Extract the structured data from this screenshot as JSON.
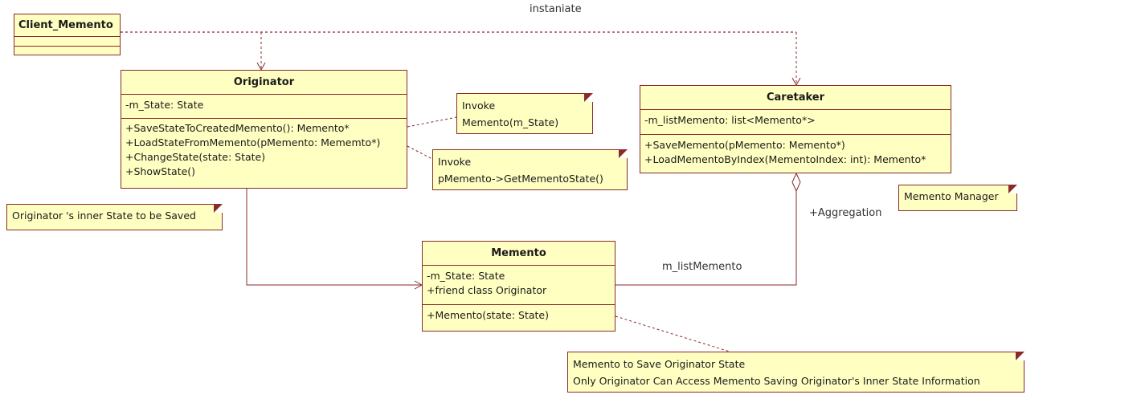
{
  "classes": {
    "client": {
      "name": "Client_Memento"
    },
    "originator": {
      "name": "Originator",
      "attributes": [
        "-m_State: State"
      ],
      "operations": [
        "+SaveStateToCreatedMemento(): Memento*",
        "+LoadStateFromMemento(pMemento: Mememto*)",
        "+ChangeState(state: State)",
        "+ShowState()"
      ]
    },
    "caretaker": {
      "name": "Caretaker",
      "attributes": [
        "-m_listMemento: list<Memento*>"
      ],
      "operations": [
        "+SaveMemento(pMemento: Memento*)",
        "+LoadMementoByIndex(MementoIndex: int): Memento*"
      ]
    },
    "memento": {
      "name": "Memento",
      "attributes": [
        "-m_State: State",
        "+friend class Originator"
      ],
      "operations": [
        "+Memento(state: State)"
      ]
    }
  },
  "notes": {
    "invoke_create": [
      "Invoke",
      "Memento(m_State)"
    ],
    "invoke_get": [
      "Invoke",
      "pMemento->GetMementoState()"
    ],
    "memento_manager": [
      "Memento Manager"
    ],
    "inner_state": [
      "Originator 's inner State to be Saved"
    ],
    "memento_save": [
      "Memento to Save Originator State",
      "Only Originator Can Access Memento Saving Originator's Inner State Information"
    ]
  },
  "labels": {
    "instantiate": "instaniate",
    "aggregation": "+Aggregation",
    "list_role": "m_listMemento"
  },
  "colors": {
    "fill": "#ffffc2",
    "border": "#8a2a2a"
  }
}
